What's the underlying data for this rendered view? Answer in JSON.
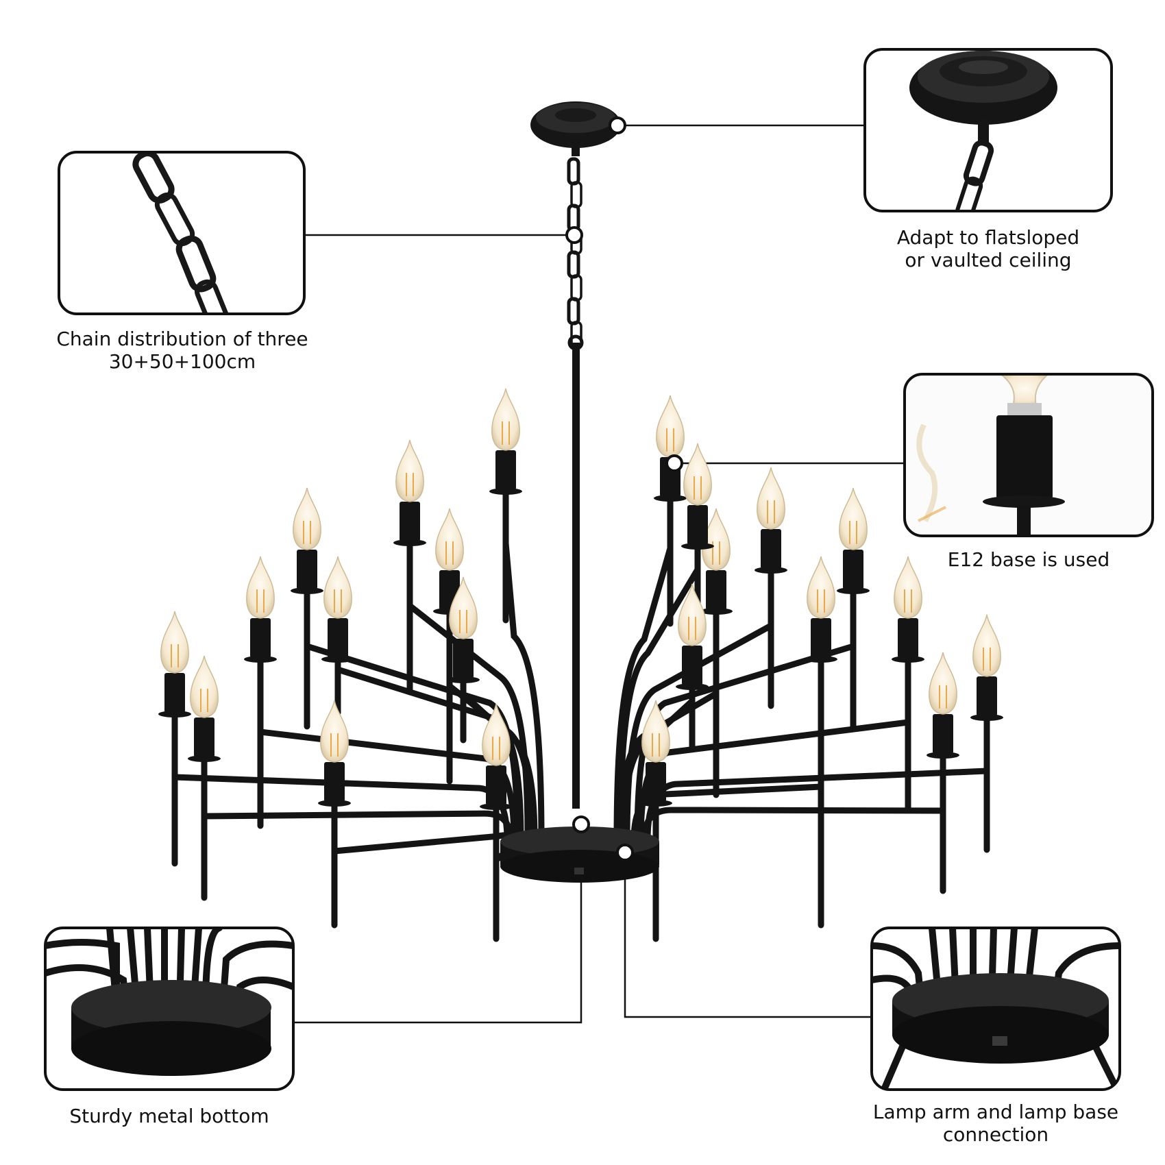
{
  "colors": {
    "background": "#ffffff",
    "metal": "#141414",
    "frame": "#111111",
    "bulb_glass": "#fbf3e2",
    "filament": "#e9a84a"
  },
  "callouts": {
    "chain": {
      "line1": "Chain distribution of three",
      "line2": "30+50+100cm"
    },
    "canopy": {
      "line1": "Adapt to flatsloped",
      "line2": "or vaulted ceiling"
    },
    "base_socket": {
      "line1": "E12 base is used"
    },
    "bottom": {
      "line1": "Sturdy metal bottom"
    },
    "connection": {
      "line1": "Lamp arm and lamp base",
      "line2": "connection"
    }
  }
}
